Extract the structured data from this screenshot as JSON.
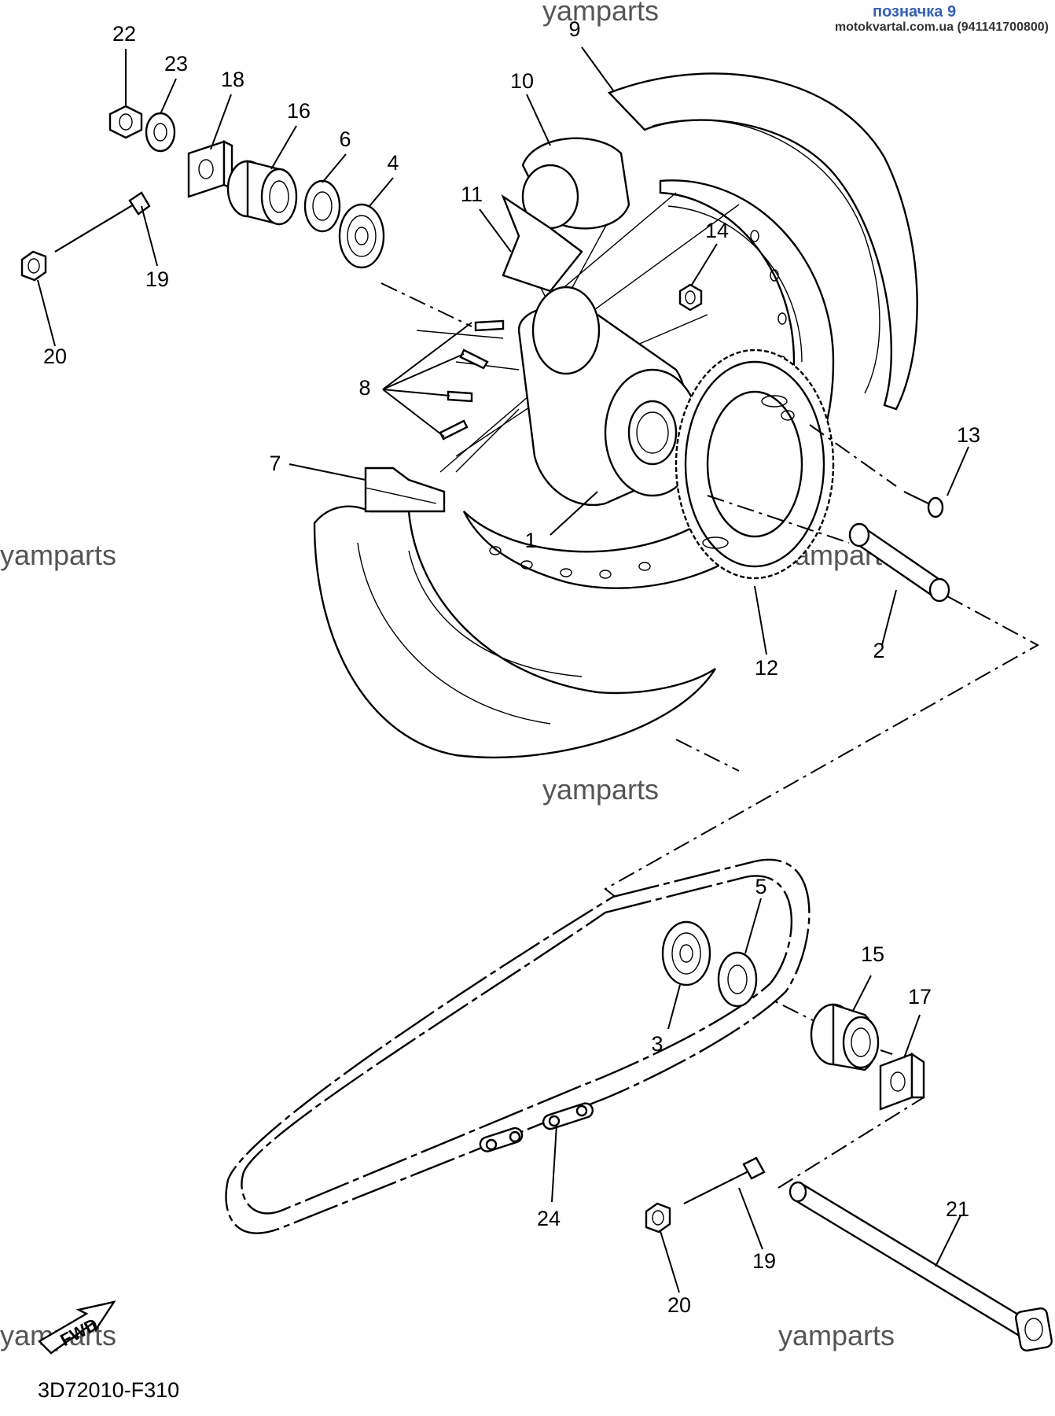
{
  "header": {
    "title": "позначка 9",
    "site": "motokvartal.com.ua (941141700800)"
  },
  "watermark": "yamparts",
  "diagram_code": "3D72010-F310",
  "fwd_label": "FWD",
  "callouts": {
    "p1": "1",
    "p2": "2",
    "p3": "3",
    "p4": "4",
    "p5": "5",
    "p6": "6",
    "p7": "7",
    "p8": "8",
    "p9": "9",
    "p10": "10",
    "p11": "11",
    "p12": "12",
    "p13": "13",
    "p14": "14",
    "p15": "15",
    "p16": "16",
    "p17": "17",
    "p18": "18",
    "p19a": "19",
    "p19b": "19",
    "p20a": "20",
    "p20b": "20",
    "p21": "21",
    "p22": "22",
    "p23": "23",
    "p24": "24"
  }
}
